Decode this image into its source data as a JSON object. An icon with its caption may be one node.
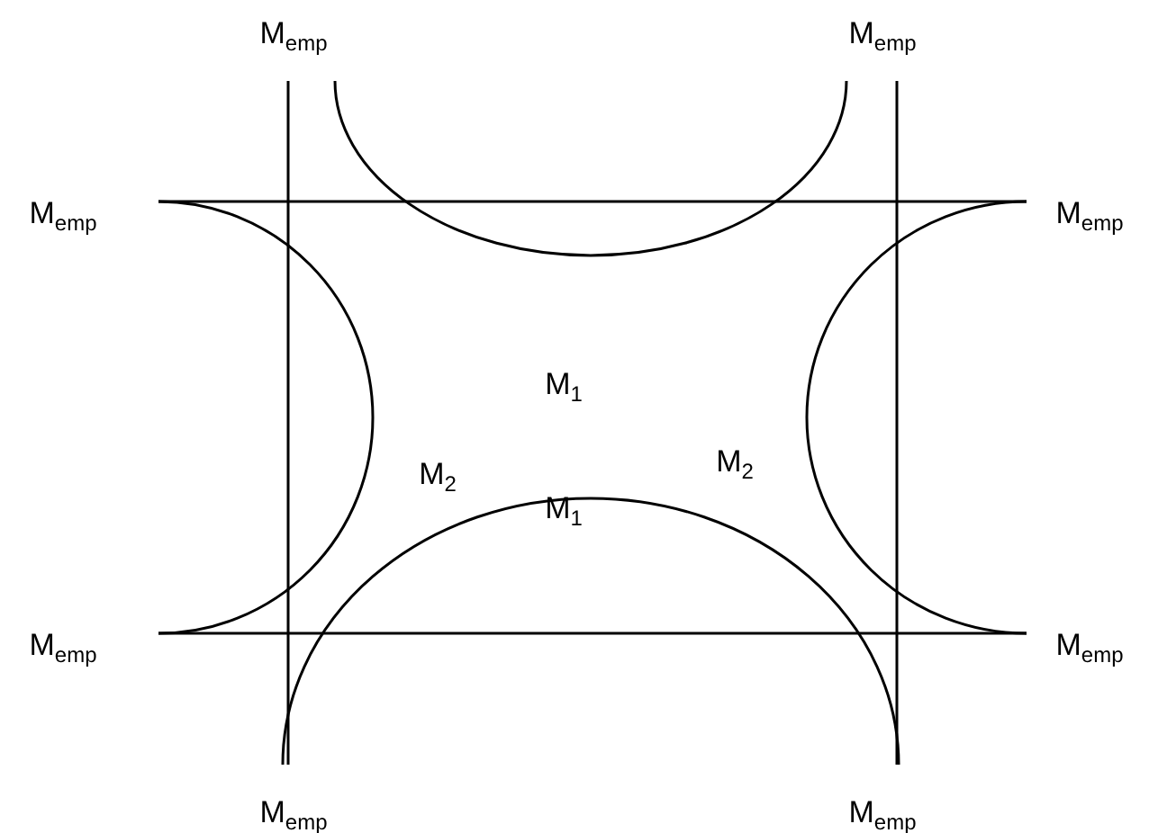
{
  "diagram": {
    "labels": [
      "M$_{emp}$",
      "M$_{emp}$",
      "M$_{emp}$",
      "M$_{emp}$",
      "M$_{1}$",
      "M$_{2}$",
      "M$_{1}$",
      "M$_{2}$",
      "M$_{emp}$",
      "M$_{emp}$",
      "M$_{emp}$",
      "M$_{emp}$"
    ]
  }
}
